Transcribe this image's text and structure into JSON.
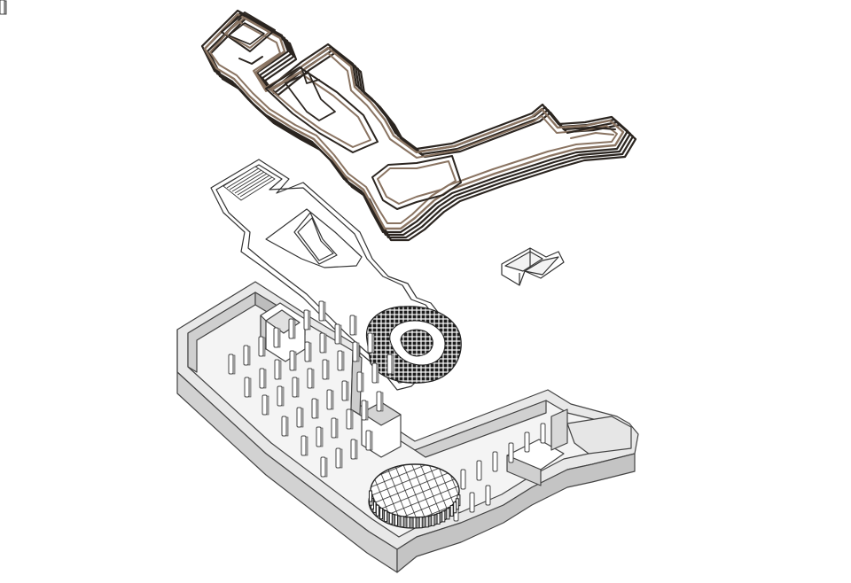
{
  "diagram": {
    "kind": "exploded-axonometric",
    "layers": [
      {
        "id": "roof-ribbons",
        "fill": "#8a7462",
        "stroke": "#2b2520"
      },
      {
        "id": "floor-plate",
        "fill": "#ffffff",
        "stroke": "#333333"
      },
      {
        "id": "pavilion-piece",
        "fill": "#ffffff",
        "stroke": "#333333"
      },
      {
        "id": "curved-screen",
        "fill": "#ffffff",
        "stroke": "#222222"
      },
      {
        "id": "ground-basin",
        "fill": "#dcdcdc",
        "stroke": "#444444"
      },
      {
        "id": "circular-grid",
        "fill": "#ffffff",
        "stroke": "#222222"
      }
    ],
    "colors": {
      "background": "#ffffff",
      "ribbon_fill": "#8a7462",
      "line": "#2b2b2b",
      "wall_light": "#efefef",
      "wall_mid": "#d6d6d6",
      "wall_dark": "#bdbdbd"
    }
  }
}
